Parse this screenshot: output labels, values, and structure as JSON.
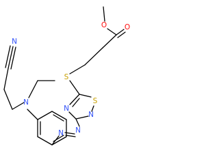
{
  "molecule": {
    "atoms": {
      "o_carbonyl": "O",
      "o_ester": "O",
      "s_thioether": "S",
      "s_ring": "S",
      "n_ring_1": "N",
      "n_ring_2": "N",
      "n_azo_1": "N",
      "n_azo_2": "N",
      "n_amine": "N",
      "n_nitrile": "N"
    },
    "colors": {
      "bond": "#000000",
      "oxygen": "#ff0d0d",
      "sulfur": "#c8a000",
      "nitrogen": "#3050f8"
    }
  }
}
